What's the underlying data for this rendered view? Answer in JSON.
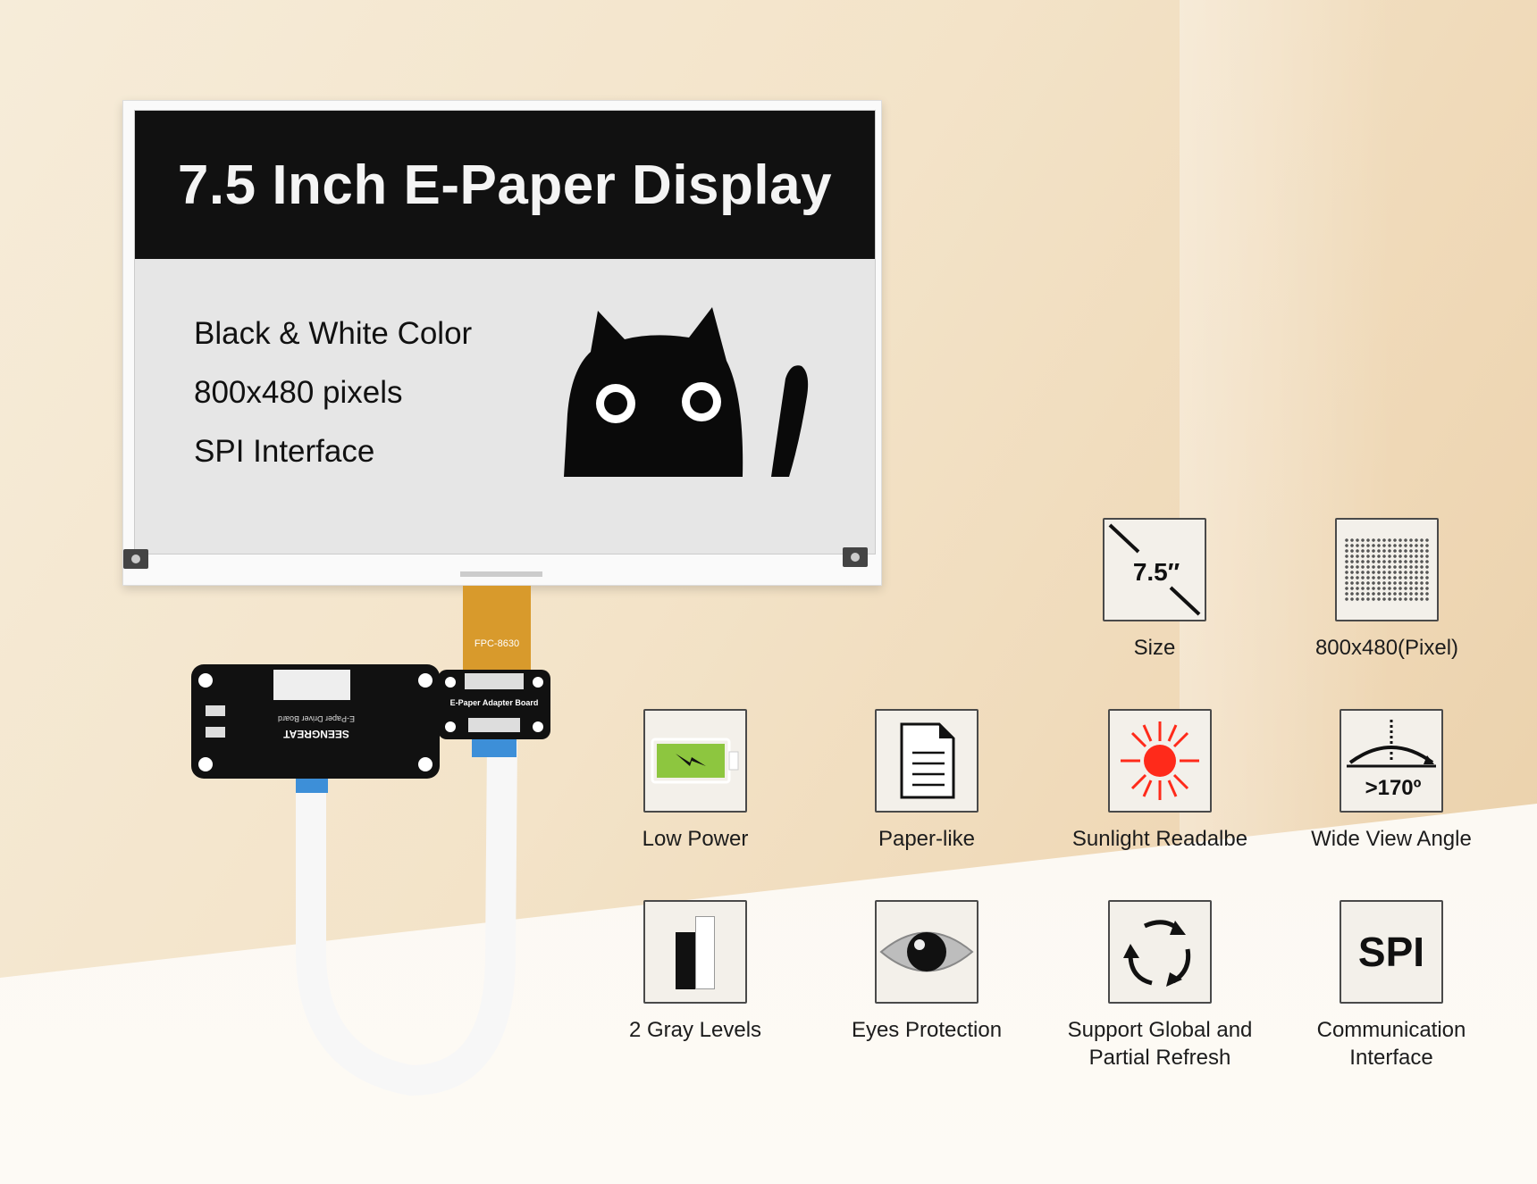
{
  "display": {
    "title": "7.5 Inch E-Paper Display",
    "specs": [
      "Black & White Color",
      "800x480 pixels",
      "SPI Interface"
    ]
  },
  "hardware": {
    "fpc_label": "FPC-8630",
    "adapter_label": "E-Paper Adapter Board",
    "driver_label": "SEENGREAT",
    "driver_sub": "E-Paper Driver Board"
  },
  "features": [
    {
      "label": "Size",
      "icon": "diagonal-size-icon",
      "icon_text": "7.5″"
    },
    {
      "label": "800x480(Pixel)",
      "icon": "pixel-grid-icon"
    },
    {
      "label": "Low Power",
      "icon": "battery-icon",
      "accent": "#8dc63f"
    },
    {
      "label": "Paper-like",
      "icon": "document-icon"
    },
    {
      "label": "Sunlight Readalbe",
      "icon": "sun-icon",
      "accent": "#ff2a1a"
    },
    {
      "label": "Wide View Angle",
      "icon": "view-angle-icon",
      "icon_text": ">170º"
    },
    {
      "label": "2 Gray Levels",
      "icon": "gray-levels-icon"
    },
    {
      "label": "Eyes Protection",
      "icon": "eye-icon"
    },
    {
      "label": "Support Global and Partial Refresh",
      "icon": "refresh-icon"
    },
    {
      "label": "Communication Interface",
      "icon": "spi-icon",
      "icon_text": "SPI"
    }
  ]
}
